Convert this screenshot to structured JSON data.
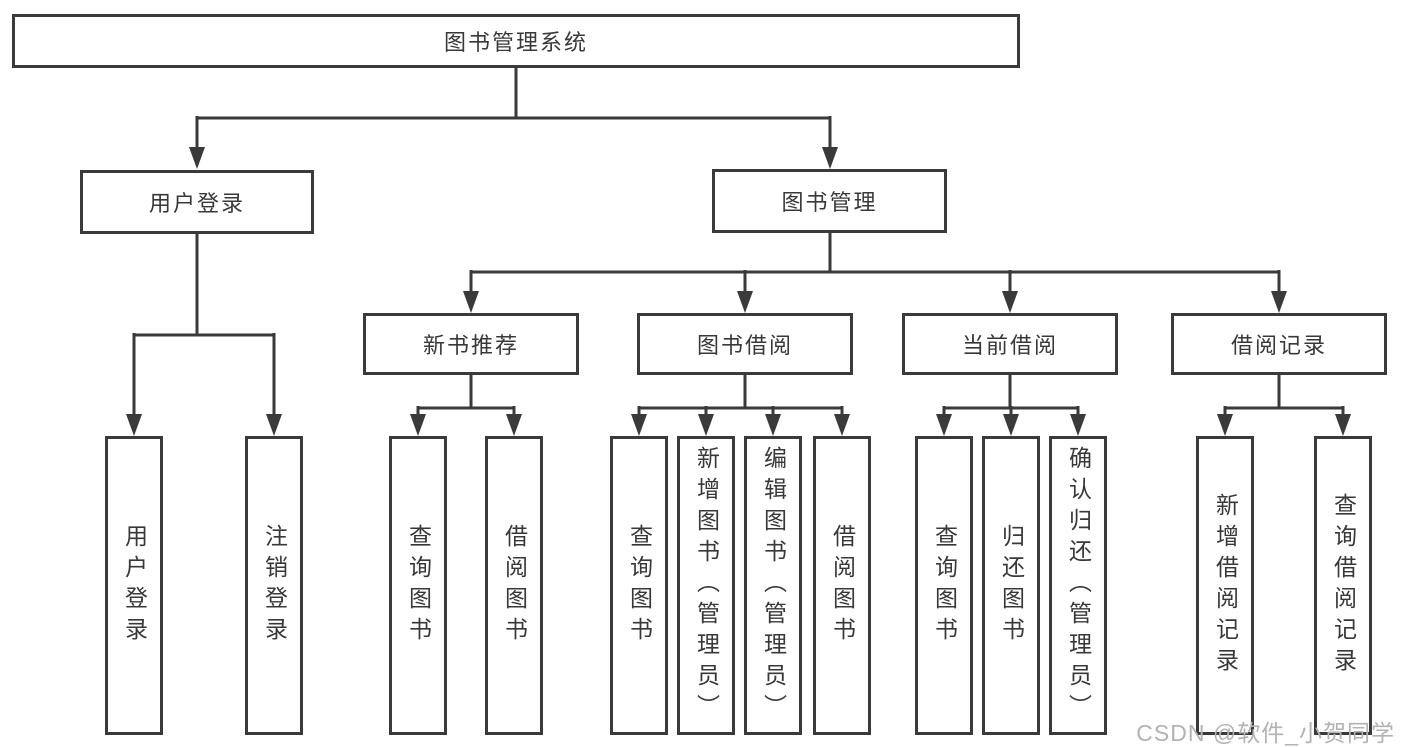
{
  "tree": {
    "root": {
      "label": "图书管理系统",
      "children": [
        {
          "label": "用户登录",
          "children": [
            {
              "label": "用户登录"
            },
            {
              "label": "注销登录"
            }
          ]
        },
        {
          "label": "图书管理",
          "children": [
            {
              "label": "新书推荐",
              "children": [
                {
                  "label": "查询图书"
                },
                {
                  "label": "借阅图书"
                }
              ]
            },
            {
              "label": "图书借阅",
              "children": [
                {
                  "label": "查询图书"
                },
                {
                  "label": "新增图书（管理员）"
                },
                {
                  "label": "编辑图书（管理员）"
                },
                {
                  "label": "借阅图书"
                }
              ]
            },
            {
              "label": "当前借阅",
              "children": [
                {
                  "label": "查询图书"
                },
                {
                  "label": "归还图书"
                },
                {
                  "label": "确认归还（管理员）"
                }
              ]
            },
            {
              "label": "借阅记录",
              "children": [
                {
                  "label": "新增借阅记录"
                },
                {
                  "label": "查询借阅记录"
                }
              ]
            }
          ]
        }
      ]
    }
  },
  "watermark": {
    "text": "CSDN @软件_小贺同学"
  },
  "colors": {
    "line": "#3a3a3a",
    "text": "#383838",
    "background": "#ffffff",
    "watermark": "#b2b2b2"
  }
}
